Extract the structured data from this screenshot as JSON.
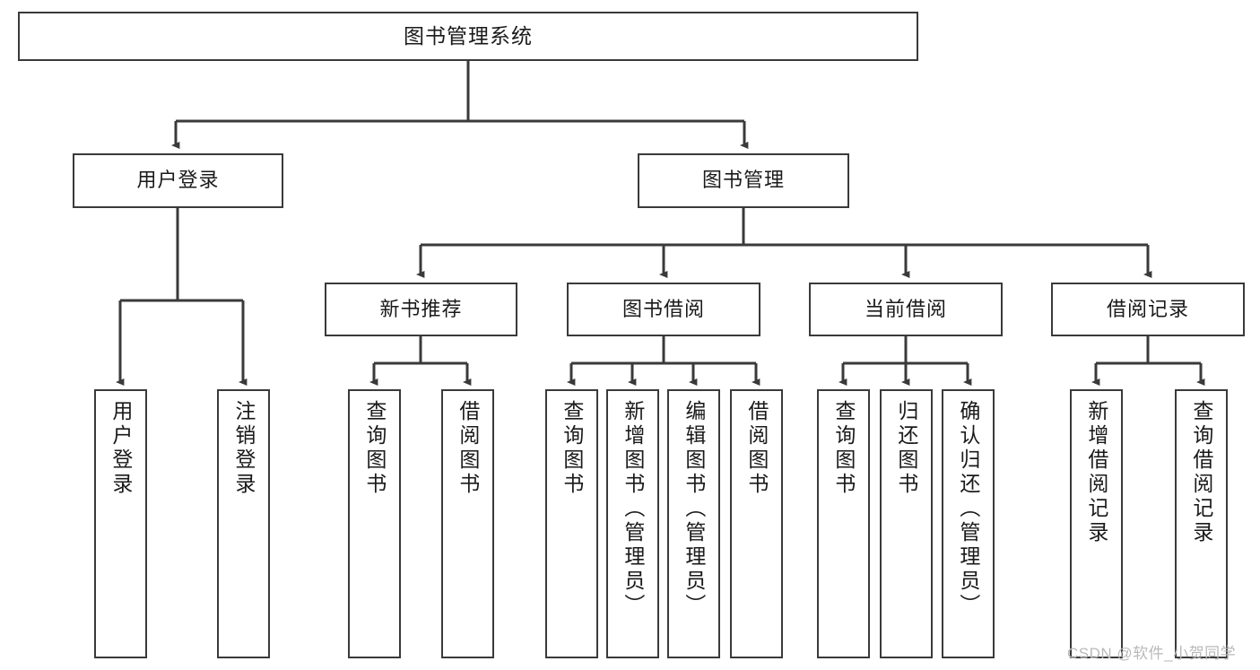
{
  "diagram": {
    "type": "tree-hierarchy-flowchart",
    "title": "图书管理系统",
    "colors": {
      "box_border": "#3a3a3a",
      "box_fill": "#ffffff",
      "connector": "#3a3a3a",
      "text": "#1a1a1a",
      "watermark": "#b9b9b9",
      "background": "#ffffff"
    },
    "root": {
      "label": "图书管理系统"
    },
    "level2": [
      {
        "id": "user-login",
        "label": "用户登录"
      },
      {
        "id": "book-management",
        "label": "图书管理"
      }
    ],
    "level3": [
      {
        "id": "new-book-recommend",
        "label": "新书推荐",
        "parent": "book-management"
      },
      {
        "id": "book-borrow",
        "label": "图书借阅",
        "parent": "book-management"
      },
      {
        "id": "current-borrow",
        "label": "当前借阅",
        "parent": "book-management"
      },
      {
        "id": "borrow-record",
        "label": "借阅记录",
        "parent": "book-management"
      }
    ],
    "leaves": [
      {
        "id": "leaf-user-login",
        "label": "用户登录",
        "parent": "user-login"
      },
      {
        "id": "leaf-user-logout",
        "label": "注销登录",
        "parent": "user-login"
      },
      {
        "id": "leaf-query-book-1",
        "label": "查询图书",
        "parent": "new-book-recommend"
      },
      {
        "id": "leaf-borrow-book-1",
        "label": "借阅图书",
        "parent": "new-book-recommend"
      },
      {
        "id": "leaf-query-book-2",
        "label": "查询图书",
        "parent": "book-borrow"
      },
      {
        "id": "leaf-add-book",
        "label": "新增图书（管理员）",
        "parent": "book-borrow"
      },
      {
        "id": "leaf-edit-book",
        "label": "编辑图书（管理员）",
        "parent": "book-borrow"
      },
      {
        "id": "leaf-borrow-book-2",
        "label": "借阅图书",
        "parent": "book-borrow"
      },
      {
        "id": "leaf-query-book-3",
        "label": "查询图书",
        "parent": "current-borrow"
      },
      {
        "id": "leaf-return-book",
        "label": "归还图书",
        "parent": "current-borrow"
      },
      {
        "id": "leaf-confirm-return",
        "label": "确认归还（管理员）",
        "parent": "current-borrow"
      },
      {
        "id": "leaf-add-record",
        "label": "新增借阅记录",
        "parent": "borrow-record"
      },
      {
        "id": "leaf-query-record",
        "label": "查询借阅记录",
        "parent": "borrow-record"
      }
    ],
    "watermark": "CSDN @软件_小贺同学"
  }
}
